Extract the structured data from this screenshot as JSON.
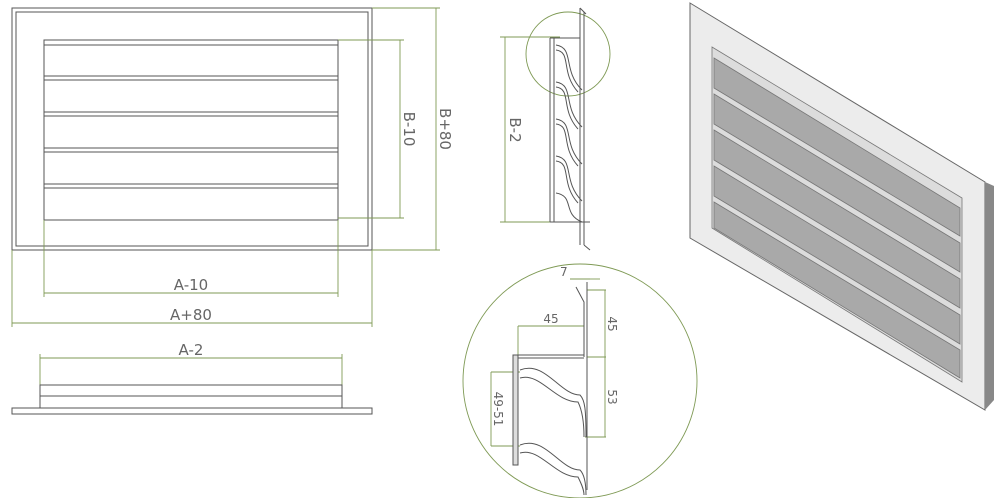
{
  "front_view": {
    "height_outer_label": "B+80",
    "height_inner_label": "B-10",
    "width_inner_label": "A-10",
    "width_outer_label": "A+80"
  },
  "bottom_view": {
    "width_label": "A-2"
  },
  "section_view": {
    "height_label": "B-2"
  },
  "detail_view": {
    "lip_label": "7",
    "depth_label": "45",
    "flange_label": "45",
    "blade_label": "53",
    "pitch_label": "49-51"
  },
  "colors": {
    "dimension": "#7f9a55",
    "line": "#555555",
    "blade": "#a9a9a9"
  }
}
